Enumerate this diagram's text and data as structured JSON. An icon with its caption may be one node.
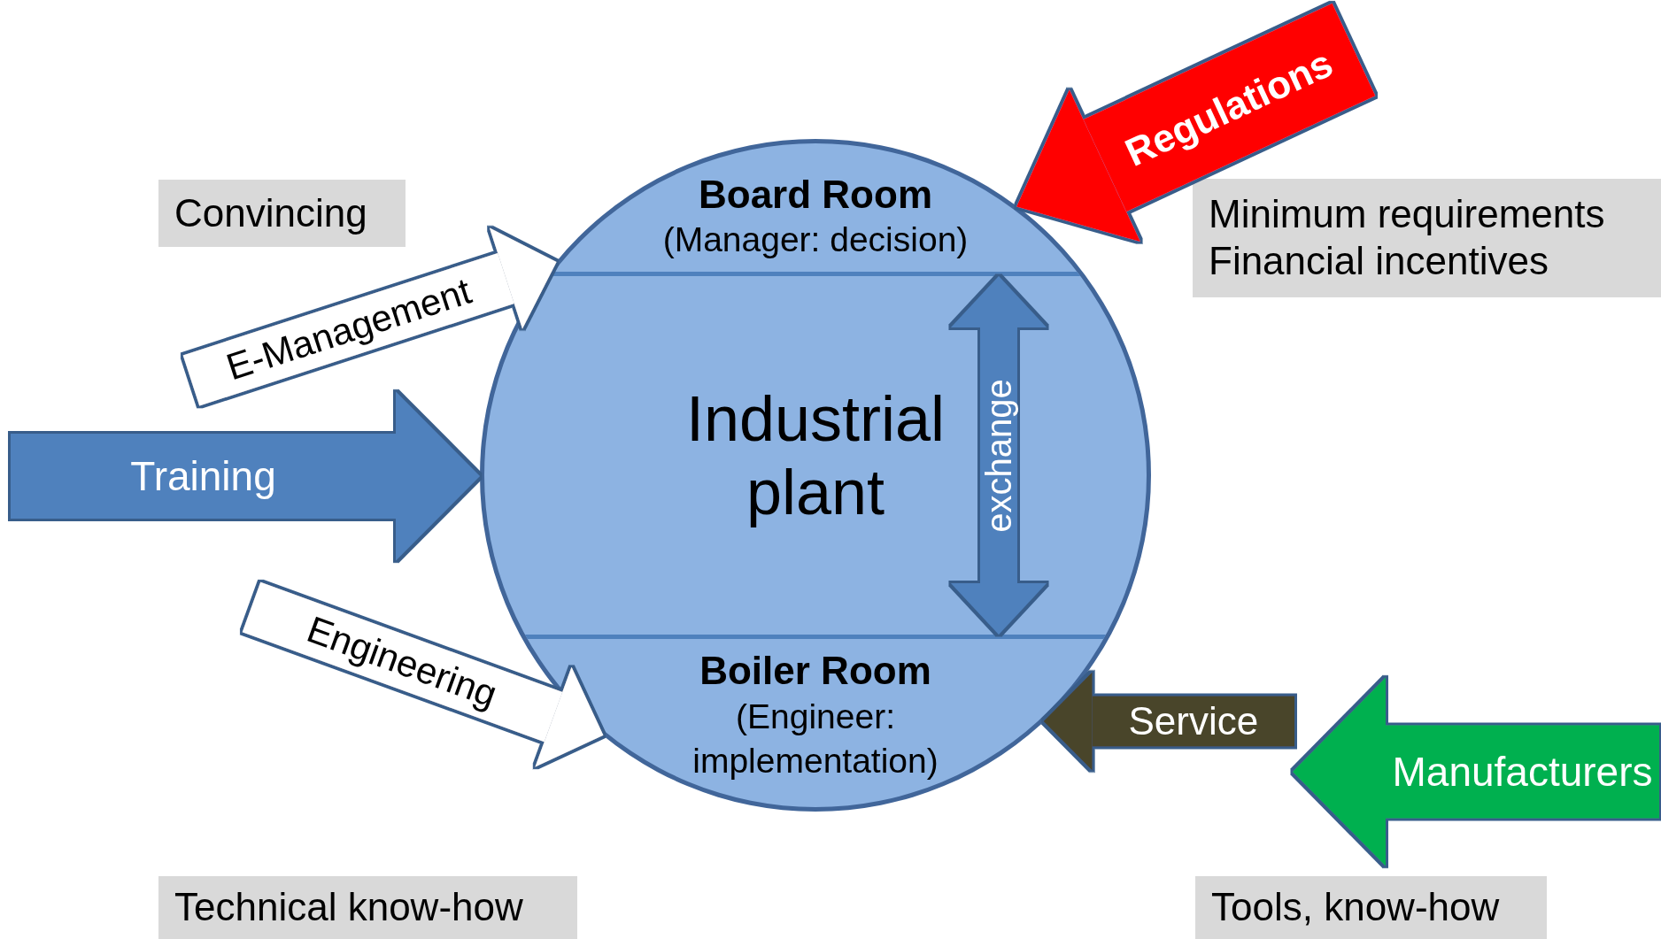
{
  "diagram": {
    "nodes": [
      {
        "text": [
          "Industrial plant"
        ]
      },
      {
        "text": [
          "Board Room",
          "(Manager: decision)"
        ],
        "in": 0
      },
      {
        "text": [
          "Boiler Room",
          "(Engineer: implementation)"
        ],
        "in": 0
      },
      {
        "text": [
          "Convincing"
        ]
      },
      {
        "text": [
          "Minimum requirements",
          "Financial incentives"
        ]
      },
      {
        "text": [
          "Technical know-how"
        ]
      },
      {
        "text": [
          "Tools, know-how"
        ]
      }
    ],
    "edges": [
      {
        "from": 1,
        "to": 2,
        "arrow": "both",
        "label": "exchange"
      },
      {
        "from": null,
        "to": 1,
        "arrow": "to",
        "label": "Regulations",
        "style": "thick",
        "color": "#ff0000"
      },
      {
        "from": null,
        "to": 0,
        "arrow": "to",
        "label": "E-Management",
        "color": "#ffffff"
      },
      {
        "from": null,
        "to": 0,
        "arrow": "to",
        "label": "Training"
      },
      {
        "from": null,
        "to": 0,
        "arrow": "to",
        "label": "Engineering",
        "color": "#ffffff"
      },
      {
        "from": null,
        "to": 2,
        "arrow": "to",
        "label": "Service",
        "color": "#4a452a"
      },
      {
        "from": null,
        "to": 0,
        "arrow": "to",
        "label": "Manufacturers",
        "color": "#00b050"
      }
    ]
  }
}
